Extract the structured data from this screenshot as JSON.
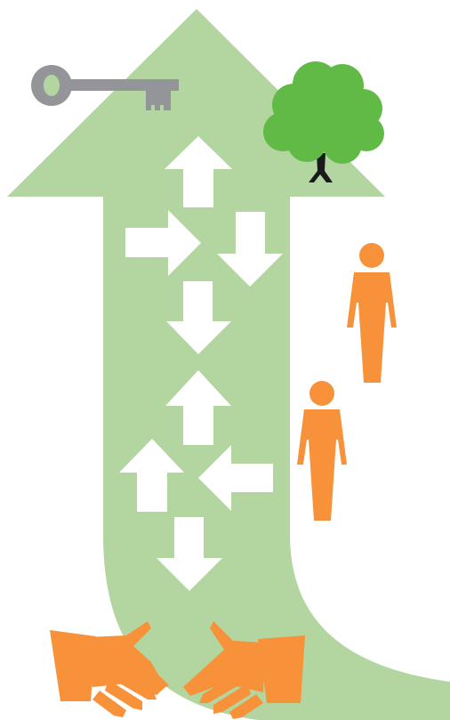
{
  "illustration": {
    "colors": {
      "arrow": "#b3d6a0",
      "arrow_outline": "#cde6bf",
      "key": "#939598",
      "tree_canopy": "#62ba46",
      "tree_trunk": "#1a1a1a",
      "person": "#f7923a",
      "hands": "#f7923a",
      "small_arrows": "#ffffff"
    },
    "icons": [
      "big-upward-curved-arrow",
      "key-icon",
      "tree-icon",
      "person-icon",
      "person-icon",
      "handshake-icon",
      "arrow-up-icon",
      "arrow-right-icon",
      "arrow-down-icon",
      "arrow-left-icon"
    ],
    "small_arrows": [
      {
        "direction": "up"
      },
      {
        "direction": "right"
      },
      {
        "direction": "down"
      },
      {
        "direction": "down"
      },
      {
        "direction": "up"
      },
      {
        "direction": "up"
      },
      {
        "direction": "left"
      },
      {
        "direction": "down"
      }
    ]
  }
}
